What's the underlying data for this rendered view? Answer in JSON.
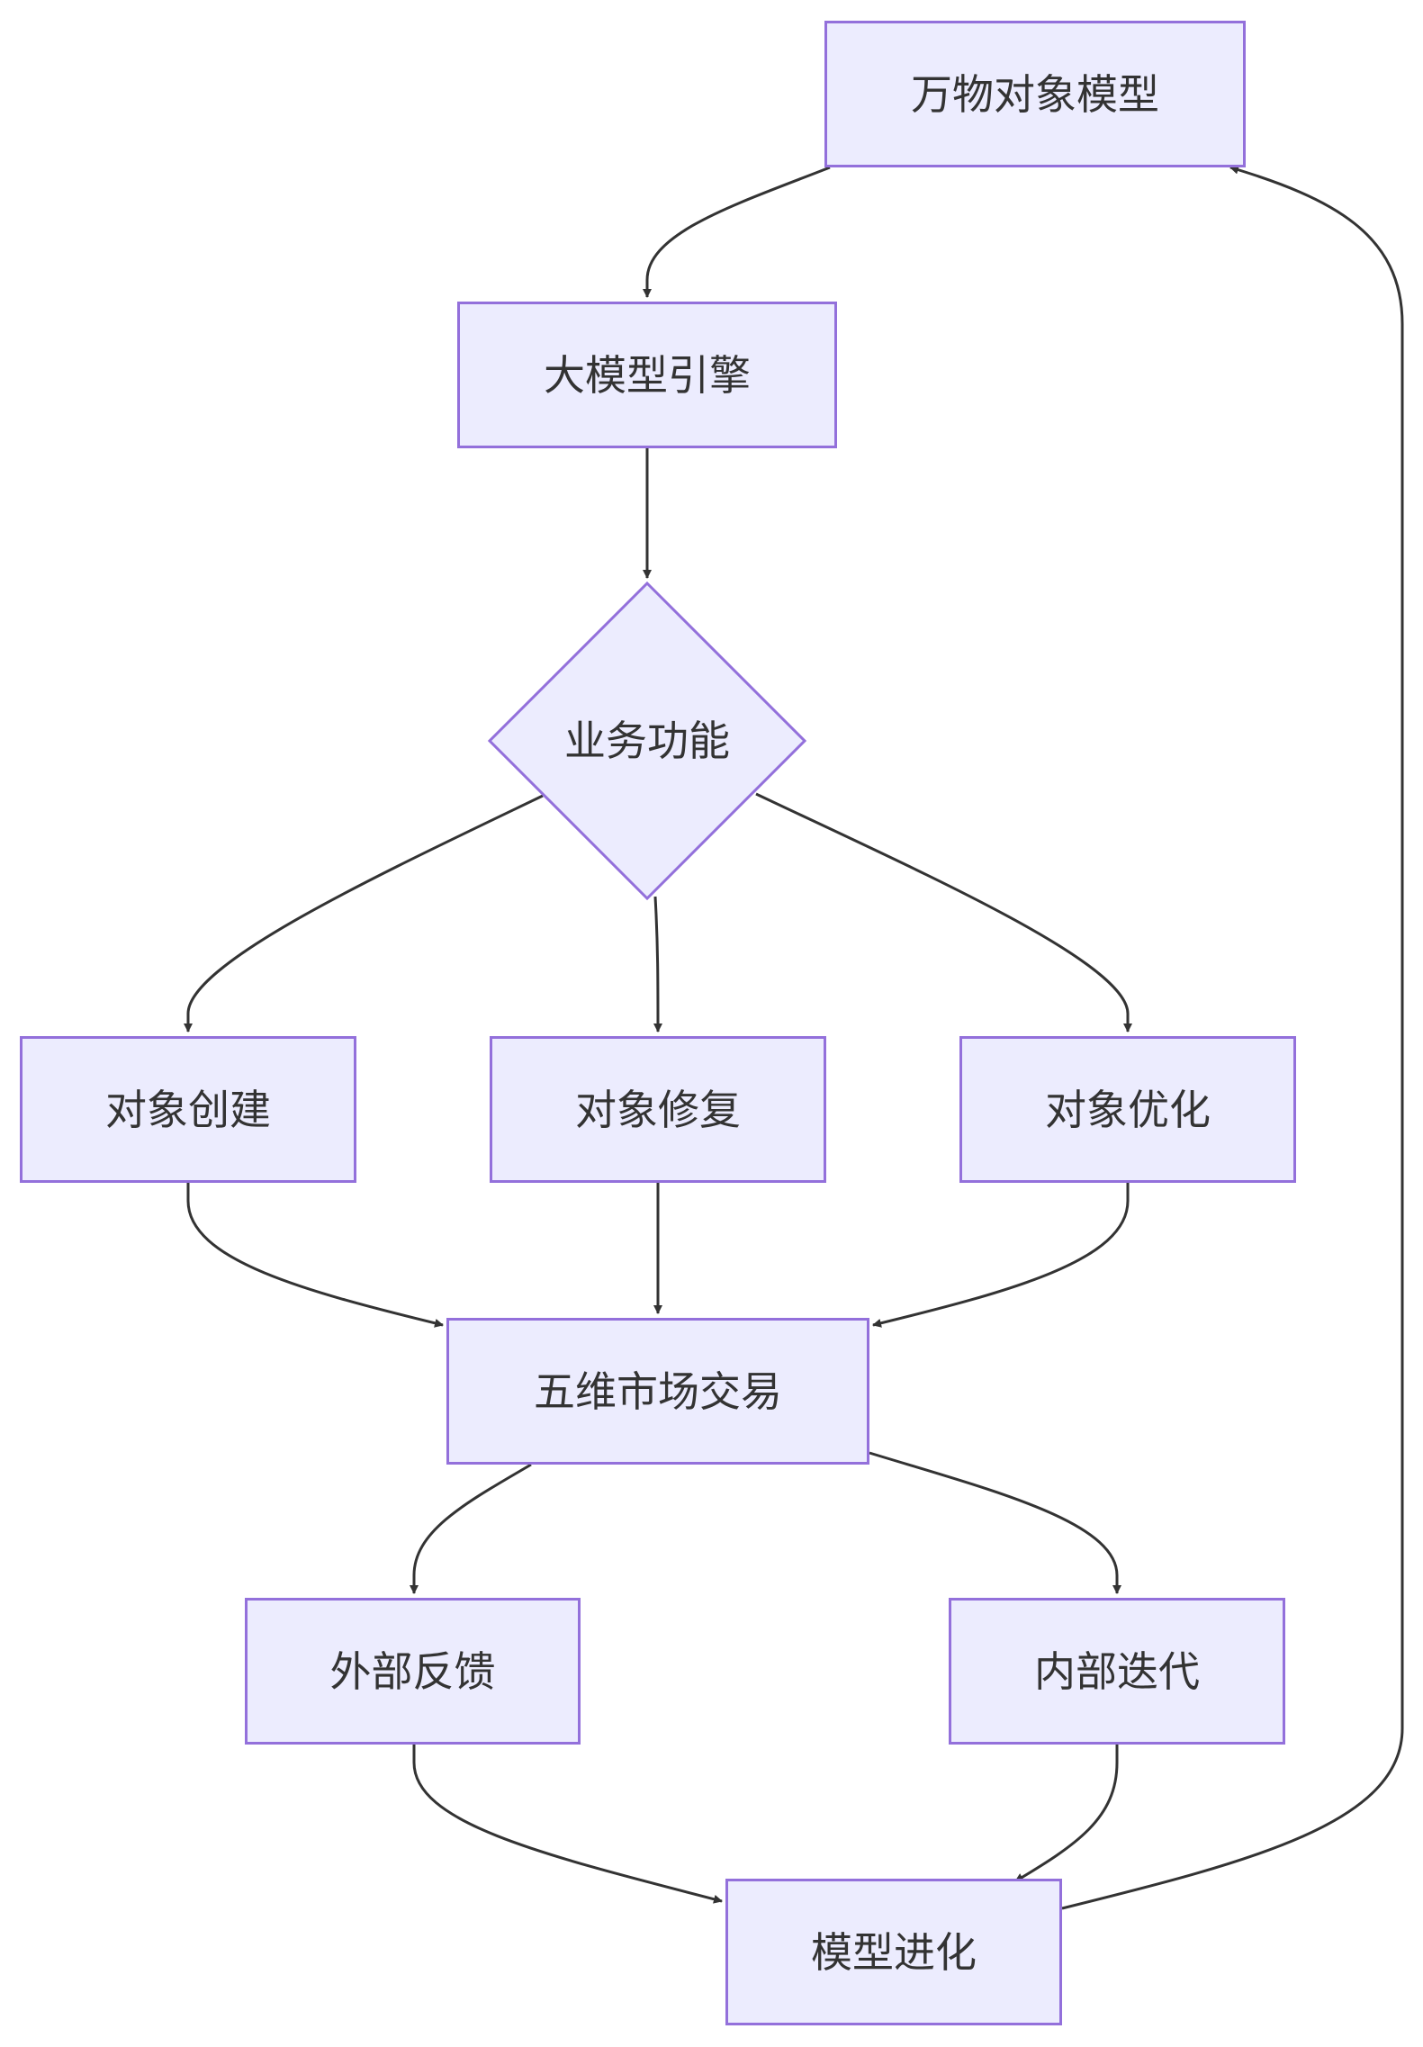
{
  "diagram": {
    "colors": {
      "node_fill": "#ececfe",
      "node_stroke": "#9370db",
      "edge": "#333333",
      "text": "#333333"
    },
    "nodes": {
      "wanwu": {
        "label": "万物对象模型",
        "shape": "rect"
      },
      "damoxing": {
        "label": "大模型引擎",
        "shape": "rect"
      },
      "yewu": {
        "label": "业务功能",
        "shape": "diamond"
      },
      "chuangjian": {
        "label": "对象创建",
        "shape": "rect"
      },
      "xiufu": {
        "label": "对象修复",
        "shape": "rect"
      },
      "youhua": {
        "label": "对象优化",
        "shape": "rect"
      },
      "jiaoyi": {
        "label": "五维市场交易",
        "shape": "rect"
      },
      "waibu": {
        "label": "外部反馈",
        "shape": "rect"
      },
      "neibu": {
        "label": "内部迭代",
        "shape": "rect"
      },
      "jinhua": {
        "label": "模型进化",
        "shape": "rect"
      }
    },
    "edges": [
      {
        "from": "wanwu",
        "to": "damoxing"
      },
      {
        "from": "damoxing",
        "to": "yewu"
      },
      {
        "from": "yewu",
        "to": "chuangjian"
      },
      {
        "from": "yewu",
        "to": "xiufu"
      },
      {
        "from": "yewu",
        "to": "youhua"
      },
      {
        "from": "chuangjian",
        "to": "jiaoyi"
      },
      {
        "from": "xiufu",
        "to": "jiaoyi"
      },
      {
        "from": "youhua",
        "to": "jiaoyi"
      },
      {
        "from": "jiaoyi",
        "to": "waibu"
      },
      {
        "from": "jiaoyi",
        "to": "neibu"
      },
      {
        "from": "waibu",
        "to": "jinhua"
      },
      {
        "from": "neibu",
        "to": "jinhua"
      },
      {
        "from": "jinhua",
        "to": "wanwu"
      }
    ]
  }
}
